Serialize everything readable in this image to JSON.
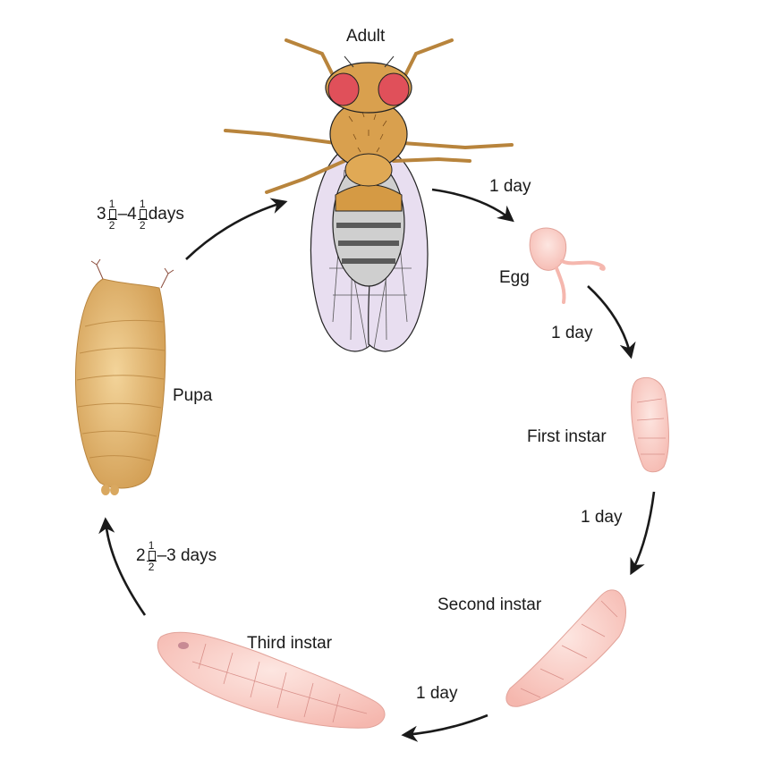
{
  "stages": {
    "adult": "Adult",
    "egg": "Egg",
    "first_instar": "First instar",
    "second_instar": "Second instar",
    "third_instar": "Third instar",
    "pupa": "Pupa"
  },
  "durations": {
    "adult_to_egg": "1 day",
    "egg_to_first": "1 day",
    "first_to_second": "1 day",
    "second_to_third": "1 day",
    "third_to_pupa": {
      "whole": "2",
      "num": "1",
      "den": "2",
      "rest": "–3 days"
    },
    "pupa_to_adult": {
      "whole1": "3",
      "num1": "1",
      "den1": "2",
      "mid": "–4",
      "num2": "1",
      "den2": "2",
      "rest": "days"
    }
  },
  "colors": {
    "arrow": "#1a1a1a",
    "larva": "#f9c6c0",
    "pupa": "#d9a860",
    "fly_body": "#d9a04e",
    "fly_eye": "#e0505a",
    "wing": "#e9e0f0"
  }
}
